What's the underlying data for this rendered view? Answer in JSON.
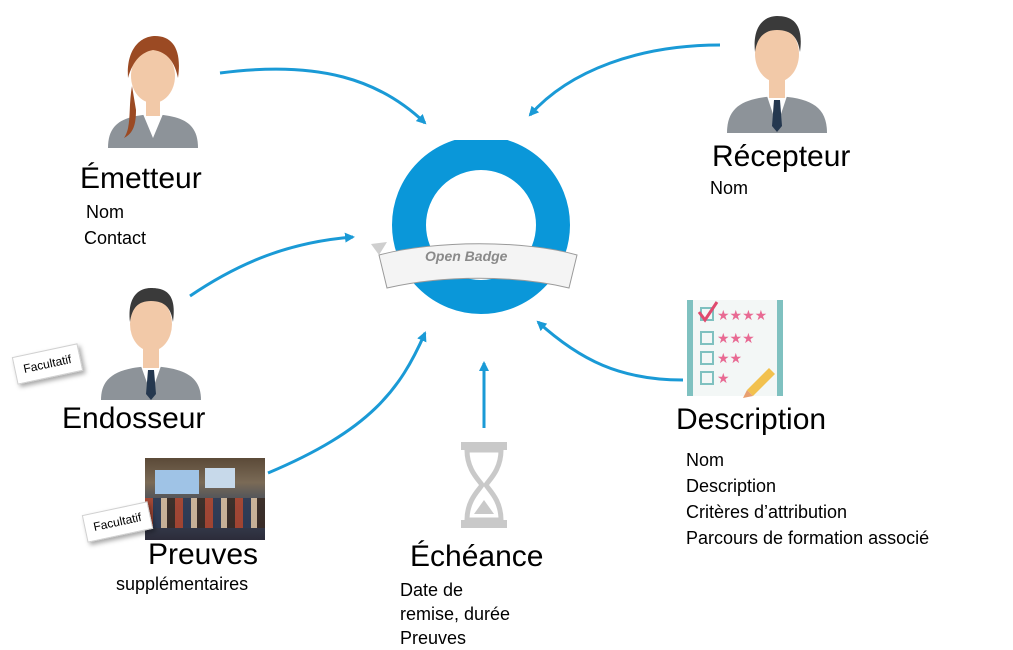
{
  "center": {
    "badge_label": "Open Badge",
    "colors": {
      "ring": "#0a97d9",
      "ring_inner": "#ffffff",
      "ribbon": "#f4f4f4",
      "ribbon_text": "#8a8a8a"
    }
  },
  "nodes": {
    "emetteur": {
      "title": "Émetteur",
      "fields": [
        "Nom",
        "Contact"
      ],
      "icon": "woman-avatar-icon"
    },
    "recepteur": {
      "title": "Récepteur",
      "fields": [
        "Nom"
      ],
      "icon": "man-avatar-icon"
    },
    "endosseur": {
      "title": "Endosseur",
      "tag": "Facultatif",
      "icon": "man-avatar-icon"
    },
    "preuves": {
      "title": "Preuves",
      "subtitle": "supplémentaires",
      "tag": "Facultatif",
      "icon": "classroom-photo-icon"
    },
    "echeance": {
      "title": "Échéance",
      "fields": [
        "Date de",
        "remise, durée",
        "Preuves"
      ],
      "icon": "hourglass-icon"
    },
    "description": {
      "title": "Description",
      "fields": [
        "Nom",
        "Description",
        "Critères d’attribution",
        "Parcours de formation associé"
      ],
      "icon": "checklist-icon"
    }
  },
  "colors": {
    "arrow": "#1a9ad6",
    "suit": "#8d9399",
    "skin": "#f2c9a8",
    "hair_man": "#3a3a3a",
    "hair_woman": "#9b4a23",
    "tie": "#25384f"
  }
}
